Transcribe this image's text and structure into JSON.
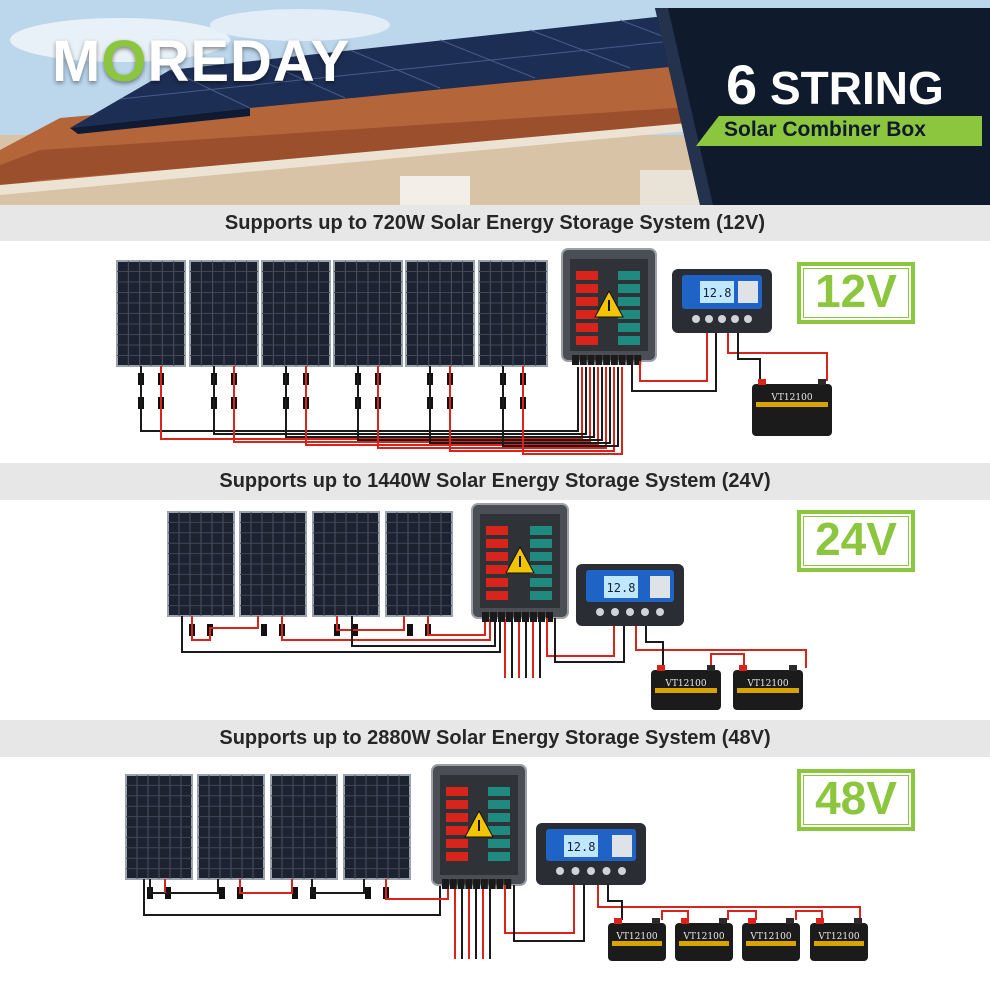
{
  "brand": {
    "logo_pre": "M",
    "logo_o": "O",
    "logo_post": "REDAY"
  },
  "header": {
    "count": "6",
    "string_word": "STRING",
    "subtitle": "Solar Combiner Box"
  },
  "sections": [
    {
      "caption": "Supports up to 720W Solar Energy Storage System (12V)",
      "voltage": "12V",
      "panels": 6,
      "batteries": 1,
      "battery_label": "VT12100"
    },
    {
      "caption": "Supports up to 1440W Solar Energy Storage System (24V)",
      "voltage": "24V",
      "panels": 4,
      "batteries": 2,
      "battery_label": "VT12100"
    },
    {
      "caption": "Supports up to 2880W Solar Energy Storage System (48V)",
      "voltage": "48V",
      "panels": 4,
      "batteries": 4,
      "battery_label": "VT12100"
    }
  ],
  "controller": {
    "display": "12.8"
  },
  "colors": {
    "accent": "#8cc63f",
    "navy": "#0f1a2c",
    "wire_red": "#d9241c",
    "wire_black": "#1a1a1a"
  }
}
